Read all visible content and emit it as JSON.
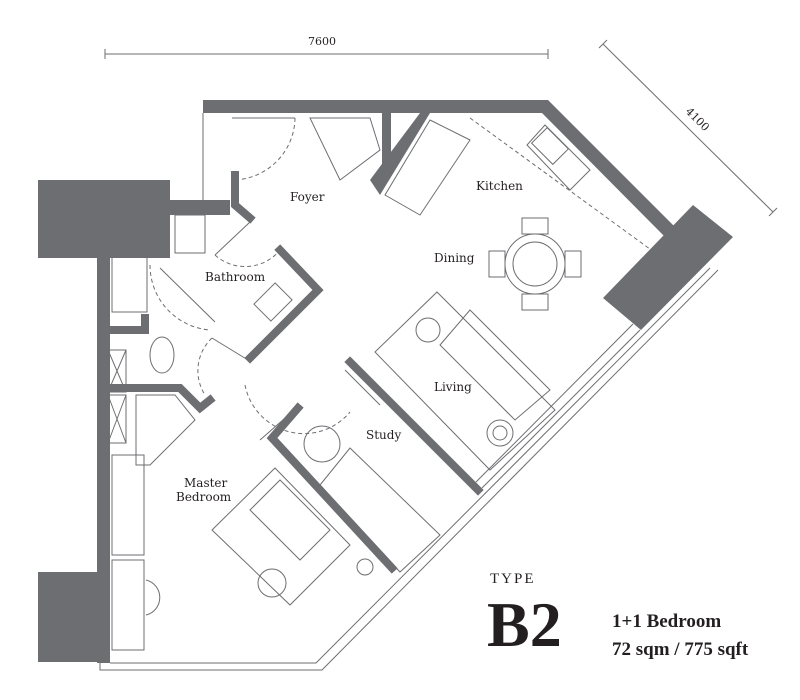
{
  "dimensions": {
    "width": "7600",
    "depth": "4100"
  },
  "rooms": {
    "foyer": "Foyer",
    "kitchen": "Kitchen",
    "dining": "Dining",
    "bathroom": "Bathroom",
    "living": "Living",
    "study": "Study",
    "master_bedroom_line1": "Master",
    "master_bedroom_line2": "Bedroom"
  },
  "unit": {
    "type_label": "TYPE",
    "code": "B2",
    "bedrooms": "1+1 Bedroom",
    "area": "72 sqm / 775 sqft"
  },
  "colors": {
    "wall": "#6d6e71",
    "text": "#231f20"
  }
}
